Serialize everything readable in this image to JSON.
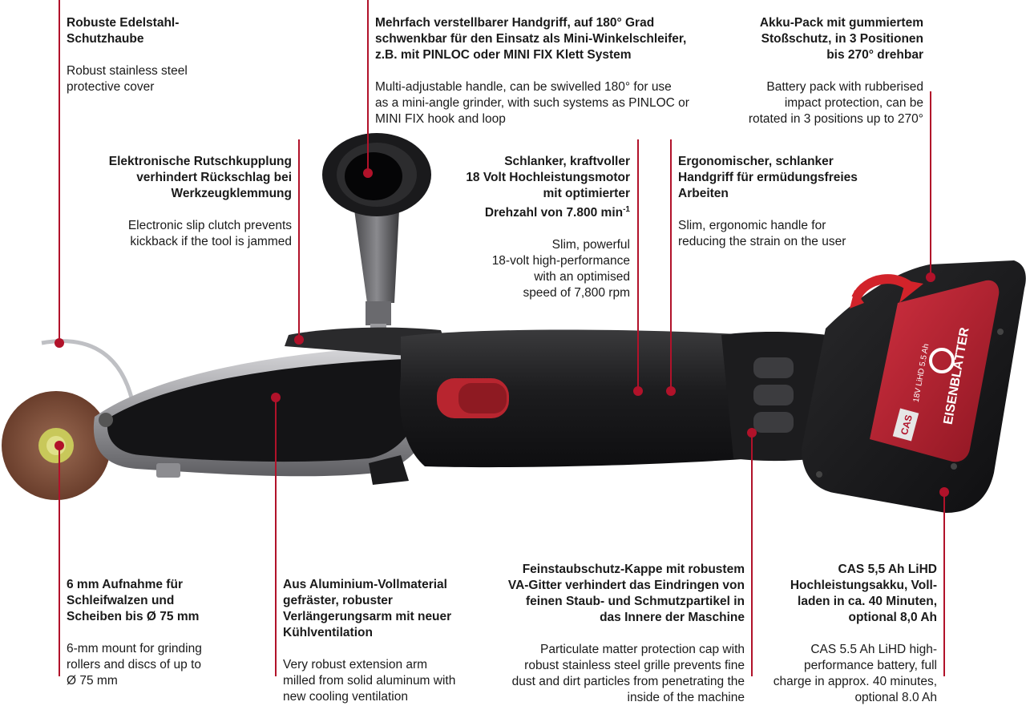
{
  "annotations": {
    "cover": {
      "de": "Robuste Edelstahl-\nSchutzhaube",
      "en": "Robust stainless steel\nprotective cover"
    },
    "handle": {
      "de": "Mehrfach verstellbarer Handgriff, auf 180° Grad\nschwenkbar für den Einsatz als Mini-Winkelschleifer,\nz.B. mit PINLOC oder MINI FIX Klett System",
      "en": "Multi-adjustable handle, can be swivelled 180° for use\nas a mini-angle grinder, with such systems as PINLOC or\nMINI FIX hook and loop"
    },
    "battery_pack": {
      "de": "Akku-Pack mit gummiertem\nStoßschutz, in 3 Positionen\nbis 270° drehbar",
      "en": "Battery pack with rubberised\nimpact protection, can be\nrotated in 3 positions up to 270°"
    },
    "clutch": {
      "de": "Elektronische Rutschkupplung\nverhindert Rückschlag bei\nWerkzeugklemmung",
      "en": "Electronic slip clutch prevents\nkickback if the tool is jammed"
    },
    "motor": {
      "de": "Schlanker, kraftvoller\n18 Volt Hochleistungsmotor\nmit optimierter\nDrehzahl von 7.800 min",
      "de_sup": "-1",
      "en": "Slim, powerful\n18-volt high-performance\nwith an optimised\nspeed of 7,800 rpm"
    },
    "grip": {
      "de": "Ergonomischer, schlanker\nHandgriff für ermüdungsfreies\nArbeiten",
      "en": "Slim, ergonomic handle for\nreducing the strain on the user"
    },
    "mount": {
      "de": "6 mm Aufnahme für\nSchleifwalzen und\nScheiben bis Ø 75 mm",
      "en": "6-mm mount for grinding\nrollers and discs of up to\nØ 75 mm"
    },
    "arm": {
      "de": "Aus Aluminium-Vollmaterial\ngefräster, robuster\nVerlängerungsarm mit neuer\nKühlventilation",
      "en": "Very robust extension arm\nmilled from solid aluminum with\nnew cooling ventilation"
    },
    "dust_cap": {
      "de": "Feinstaubschutz-Kappe mit robustem\nVA-Gitter verhindert das Eindringen von\nfeinen Staub- und Schmutzpartikel in\ndas Innere der Maschine",
      "en": "Particulate matter protection cap with\nrobust stainless steel grille prevents fine\ndust and dirt particles from penetrating the\ninside of the machine"
    },
    "battery_cas": {
      "de": "CAS 5,5 Ah LiHD\nHochleistungsakku, Voll-\nladen in ca. 40 Minuten,\noptional 8,0 Ah",
      "en": "CAS 5.5 Ah LiHD high-\nperformance battery, full\ncharge in approx. 40 minutes,\noptional 8.0 Ah"
    }
  },
  "battery_label": {
    "brand": "EISENBLÄTTER",
    "spec": "18V LiHD 5.5 Ah",
    "cas": "CAS"
  },
  "colors": {
    "accent": "#b1122a",
    "tool_body": "#1e1e20",
    "battery_red": "#c0222f"
  }
}
